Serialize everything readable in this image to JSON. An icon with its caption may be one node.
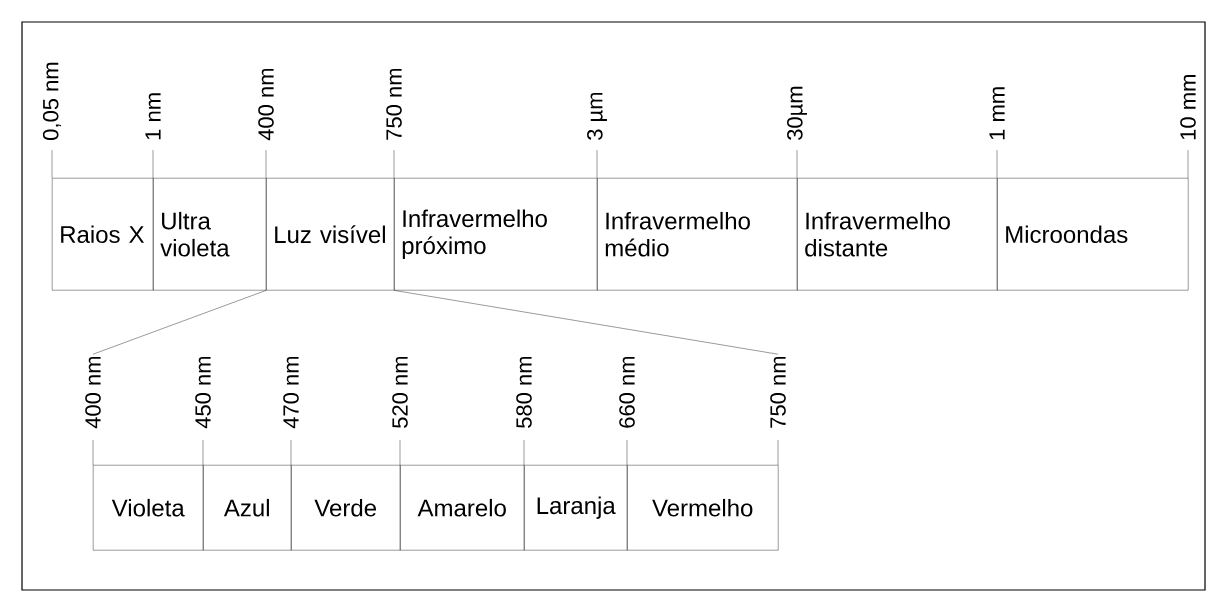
{
  "diagram": {
    "nodes": [
      {
        "text": [
          "Raios X"
        ]
      },
      {
        "text": [
          "Ultra violeta"
        ]
      },
      {
        "text": [
          "Luz visível"
        ]
      },
      {
        "text": [
          "Infravermelho próximo"
        ]
      },
      {
        "text": [
          "Infravermelho médio"
        ]
      },
      {
        "text": [
          "Infravermelho distante"
        ]
      },
      {
        "text": [
          "Microondas"
        ]
      },
      {
        "text": [
          "Violeta"
        ]
      },
      {
        "text": [
          "Azul"
        ]
      },
      {
        "text": [
          "Verde"
        ]
      },
      {
        "text": [
          "Amarelo"
        ]
      },
      {
        "text": [
          "Laranja"
        ]
      },
      {
        "text": [
          "Vermelho"
        ]
      },
      {
        "text": [
          "400 nm"
        ]
      },
      {
        "text": [
          "750 nm"
        ]
      }
    ],
    "edges": [
      {
        "from": 2,
        "to": 13,
        "arrow": "none"
      },
      {
        "from": 2,
        "to": 14,
        "arrow": "none"
      }
    ],
    "labels": [
      "0,05 nm",
      "1 nm",
      "400 nm",
      "750 nm",
      "3 µm",
      "30µm",
      "1 mm",
      "10 mm",
      "450 nm",
      "470 nm",
      "520 nm",
      "580 nm",
      "660 nm"
    ]
  }
}
